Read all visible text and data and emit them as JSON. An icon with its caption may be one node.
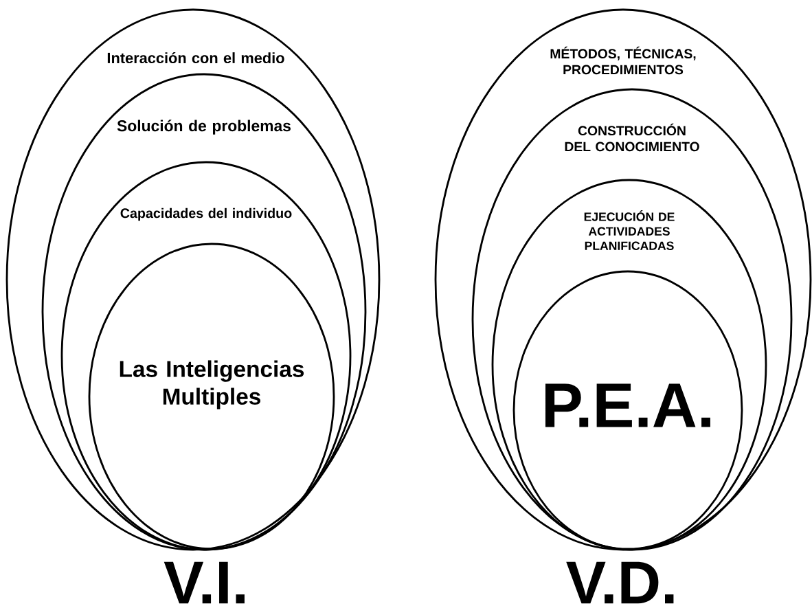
{
  "diagram": {
    "nodes": [
      {
        "text": [
          "Interacción con el medio"
        ]
      },
      {
        "text": [
          "Solución de problemas"
        ],
        "in": 0
      },
      {
        "text": [
          "Capacidades del individuo"
        ],
        "in": 1
      },
      {
        "text": [
          "Las Inteligencias Multiples"
        ],
        "in": 2
      },
      {
        "text": [
          "MÉTODOS, TÉCNICAS, PROCEDIMIENTOS"
        ]
      },
      {
        "text": [
          "CONSTRUCCIÓN DEL CONOCIMIENTO"
        ],
        "in": 4
      },
      {
        "text": [
          "EJECUCIÓN DE ACTIVIDADES PLANIFICADAS"
        ],
        "in": 5
      },
      {
        "text": [
          "P.E.A."
        ],
        "in": 6
      }
    ],
    "labels": [
      "V.I.",
      "V.D."
    ]
  }
}
